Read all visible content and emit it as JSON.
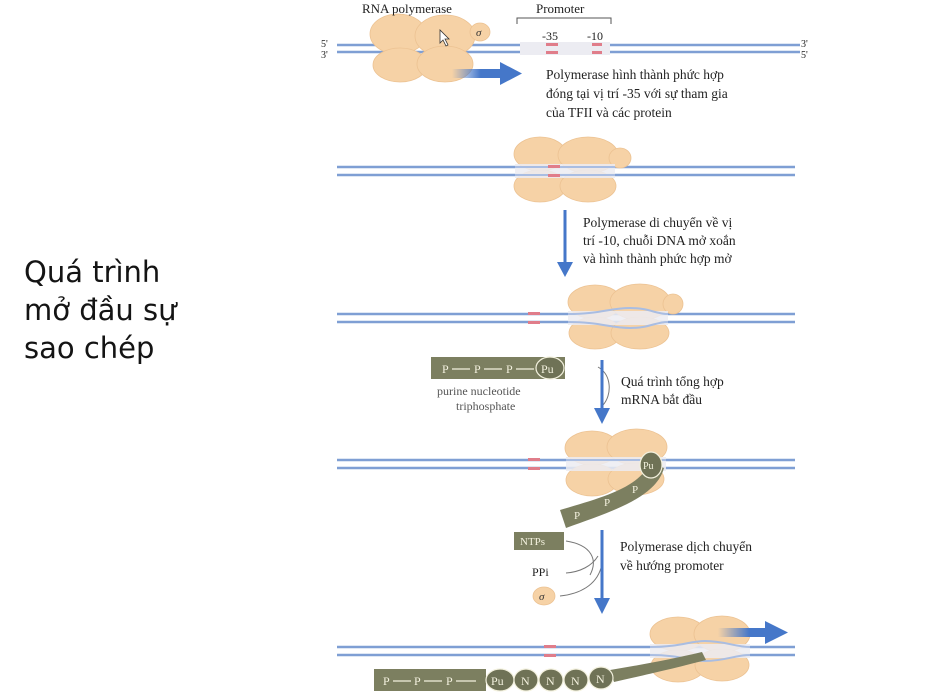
{
  "side_title": {
    "lines": [
      "Quá trình",
      "mở đầu sự",
      "sao chép"
    ]
  },
  "labels": {
    "rna_polymerase": "RNA polymerase",
    "promoter": "Promoter",
    "minus35": "-35",
    "minus10": "-10",
    "sigma": "σ",
    "five_prime": "5'",
    "three_prime": "3'",
    "purine_nucleotide": "purine nucleotide",
    "triphosphate": "triphosphate",
    "ntps": "NTPs",
    "ppi": "PPi",
    "p": "P",
    "pu": "Pu",
    "n": "N"
  },
  "steps": [
    {
      "lines": [
        "Polymerase hình thành phức hợp",
        "đóng tại vị trí -35 với sự tham gia",
        "của TFII và các protein"
      ]
    },
    {
      "lines": [
        "Polymerase di chuyển về vị",
        "trí -10, chuỗi DNA mở xoắn",
        "và hình thành phức hợp mở"
      ]
    },
    {
      "lines": [
        "Quá trình tổng hợp",
        "mRNA bắt đầu"
      ]
    },
    {
      "lines": [
        "Polymerase dịch chuyển",
        "về hướng promoter"
      ]
    }
  ],
  "colors": {
    "dna_strand": "#7f9fd4",
    "dna_gap": "#e7e7ef",
    "promoter_red": "#e07d8a",
    "polymerase": "#f6d2a6",
    "polymerase_edge": "#e9bd8e",
    "rna_box": "#7c7f60",
    "rna_text": "#f3f1de",
    "arrow_blue": "#4577c9",
    "text": "#222222"
  }
}
